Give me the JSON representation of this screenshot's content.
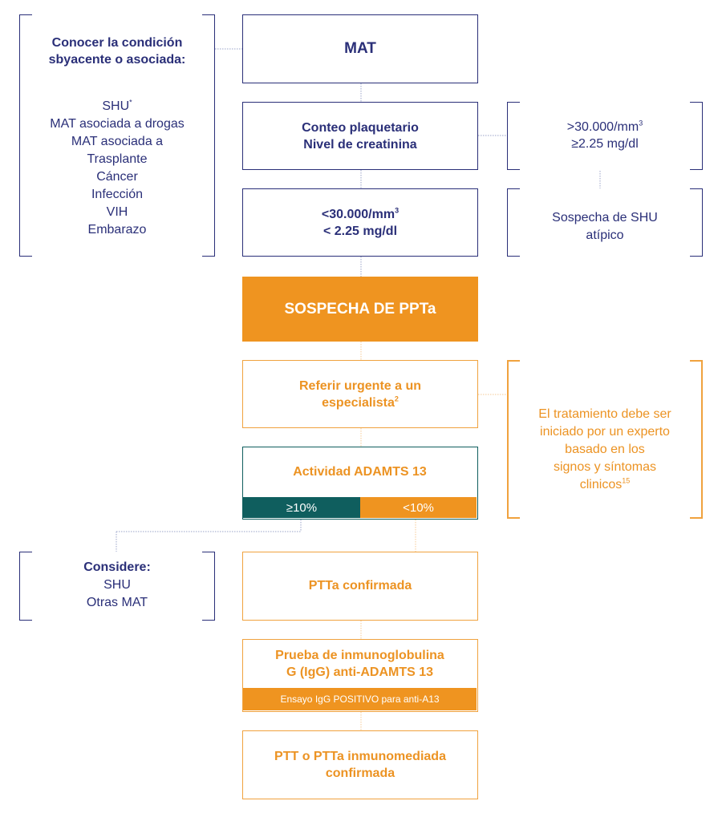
{
  "mat": {
    "title": "MAT"
  },
  "conditions": {
    "heading": "Conocer la condición\nsbyacente o asociada:",
    "items": [
      "SHU",
      "MAT asociada a drogas",
      "MAT asociada a",
      "Trasplante",
      "Cáncer",
      "Infección",
      "VIH",
      "Embarazo"
    ],
    "shu_sup": "*"
  },
  "conteo": {
    "line1": "Conteo plaquetario",
    "line2": "Nivel de creatinina"
  },
  "high": {
    "line1": ">30.000/mm",
    "line1_sup": "3",
    "line2": "≥2.25 mg/dl"
  },
  "low": {
    "line1": "<30.000/mm",
    "line1_sup": "3",
    "line2": "< 2.25 mg/dl"
  },
  "shu_atipico": {
    "text": "Sospecha de SHU\natípico"
  },
  "sospecha": {
    "title": "SOSPECHA DE PPTa"
  },
  "referir": {
    "text": "Referir urgente a un\nespecialista",
    "sup": "2"
  },
  "tratamiento": {
    "text": "El tratamiento debe ser\niniciado por un experto\nbasado en los\nsignos y síntomas\nclinicos",
    "sup": "15"
  },
  "adamts": {
    "title": "Actividad ADAMTS 13",
    "left": "≥10%",
    "right": "<10%"
  },
  "considere": {
    "heading": "Considere:",
    "items": [
      "SHU",
      "Otras MAT"
    ]
  },
  "ptta": {
    "title": "PTTa confirmada"
  },
  "prueba": {
    "title": "Prueba de inmunoglobulina\nG (IgG) anti-ADAMTS 13",
    "footer": "Ensayo IgG POSITIVO para anti-A13"
  },
  "final": {
    "title": "PTT o PTTa inmunomediada\nconfirmada"
  },
  "colors": {
    "navy": "#2a2f78",
    "orange": "#f0a23e",
    "orange_fill": "#ef9420",
    "teal": "#0f5e5e"
  }
}
